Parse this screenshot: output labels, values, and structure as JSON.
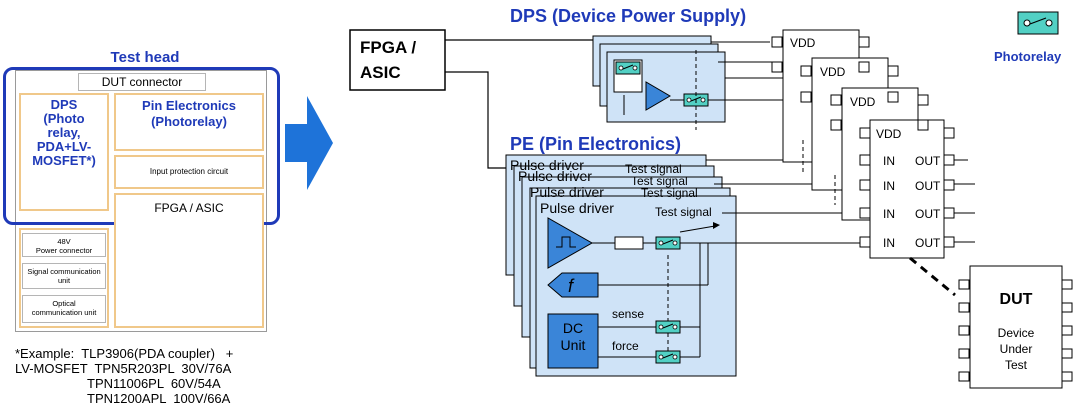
{
  "test_head": {
    "title": "Test head",
    "dut_connector": "DUT connector",
    "dps_label": "DPS\n(Photo\nrelay,\nPDA+LV-\nMOSFET*)",
    "pin_electronics_label": "Pin Electronics\n(Photorelay)",
    "input_protection": "Input protection circuit",
    "fpga_asic": "FPGA / ASIC",
    "power_connector": "48V\nPower connector",
    "signal_unit": "Signal communication\nunit",
    "optical_unit": "Optical\ncommunication unit"
  },
  "footnote": "*Example:  TLP3906(PDA coupler)   +\nLV-MOSFET  TPN5R203PL  30V/76A\n                    TPN11006PL  60V/54A\n                    TPN1200APL  100V/66A",
  "diagram": {
    "fpga_asic": "FPGA /\nASIC",
    "dps_title": "DPS (Device Power Supply)",
    "pe_title": "PE (Pin Electronics)",
    "photorelay_legend": "Photorelay",
    "vdd": "VDD",
    "in": "IN",
    "out": "OUT",
    "pulse_driver": "Pulse driver",
    "test_signal": "Test signal",
    "dc_unit": "DC\nUnit",
    "sense": "sense",
    "force": "force",
    "f_symbol": "f",
    "dut": "DUT",
    "dut_desc": "Device\nUnder\nTest"
  },
  "colors": {
    "accent_blue": "#1f3ab8",
    "panel_blue": "#cfe3f7",
    "arrow_blue": "#1e73d9",
    "relay_teal": "#52d0c4",
    "orange_border": "#f0c88a"
  }
}
